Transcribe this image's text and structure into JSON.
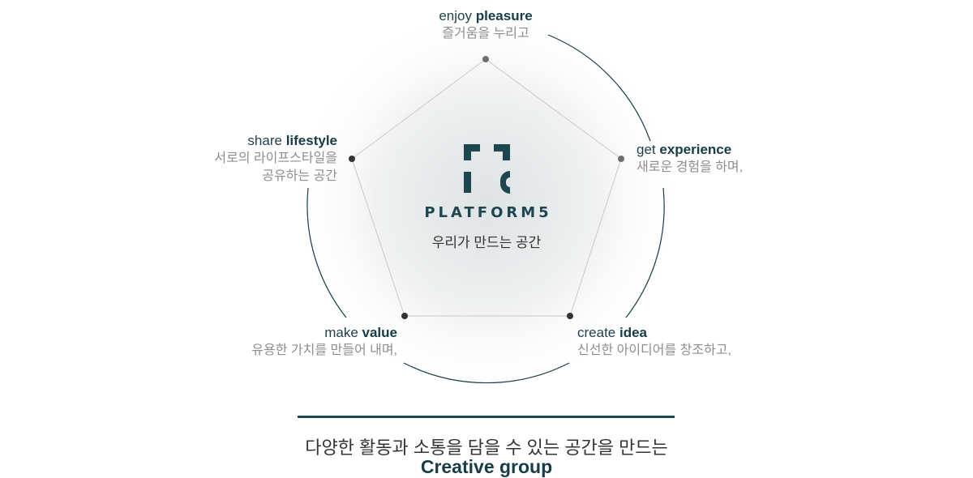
{
  "brand": {
    "name": "PLATFORM5",
    "tagline": "우리가 만드는 공간",
    "color": "#1e4650"
  },
  "nodes": [
    {
      "id": "top",
      "en_prefix": "enjoy",
      "en_bold": "pleasure",
      "ko": "즐거움을 누리고"
    },
    {
      "id": "right",
      "en_prefix": "get",
      "en_bold": "experience",
      "ko": "새로운 경험을 하며,"
    },
    {
      "id": "bottom-right",
      "en_prefix": "create",
      "en_bold": "idea",
      "ko": "신선한 아이디어를 창조하고,"
    },
    {
      "id": "bottom-left",
      "en_prefix": "make",
      "en_bold": "value",
      "ko": "유용한 가치를 만들어 내며,"
    },
    {
      "id": "left",
      "en_prefix": "share",
      "en_bold": "lifestyle",
      "ko": "서로의 라이프스타일을\n공유하는 공간"
    }
  ],
  "footer": {
    "line1": "다양한 활동과 소통을 담을 수 있는 공간을 만드는",
    "line2": "Creative group"
  },
  "colors": {
    "accent": "#1e4650",
    "circle": "#173c46",
    "pentagon": "#c8c8c8",
    "vertex_dark": "#333333",
    "vertex_grey": "#6e6e6e"
  }
}
